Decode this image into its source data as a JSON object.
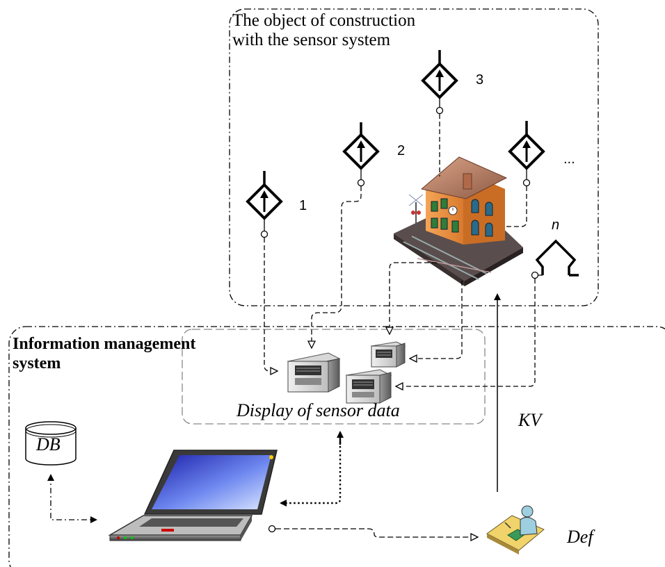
{
  "object_region": {
    "title_line1": "The object of construction",
    "title_line2": "with the sensor system"
  },
  "ims_region": {
    "title_line1": "Information management",
    "title_line2": "system"
  },
  "display_region": {
    "label": "Display of sensor data"
  },
  "sensors": [
    {
      "label": "1"
    },
    {
      "label": "2"
    },
    {
      "label": "3"
    },
    {
      "label": "..."
    },
    {
      "label": "n"
    }
  ],
  "database": {
    "label": "DB"
  },
  "control_link": {
    "label": "KV"
  },
  "operator": {
    "label": "Def"
  }
}
